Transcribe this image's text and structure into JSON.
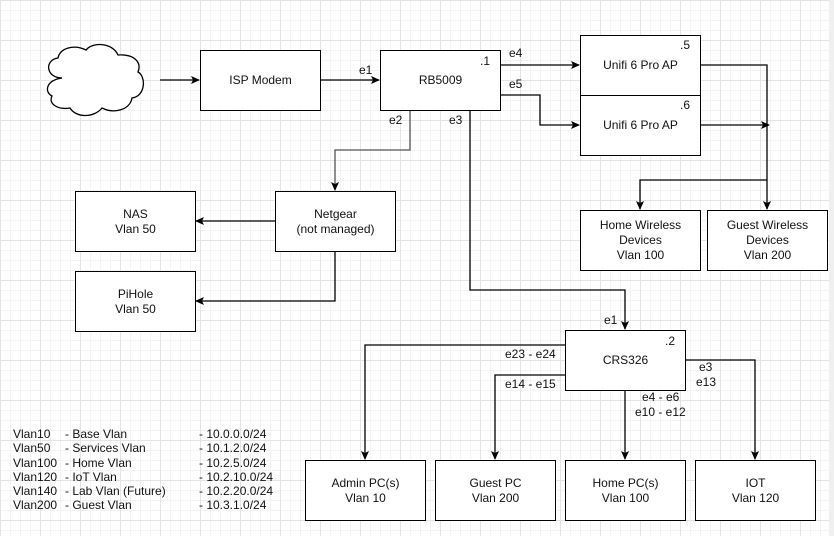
{
  "nodes": {
    "isp_modem": {
      "lines": [
        "ISP Modem"
      ]
    },
    "rb5009": {
      "lines": [
        "RB5009"
      ],
      "ip": ".1"
    },
    "ap1": {
      "lines": [
        "Unifi 6 Pro AP"
      ],
      "ip": ".5"
    },
    "ap2": {
      "lines": [
        "Unifi 6 Pro AP"
      ],
      "ip": ".6"
    },
    "netgear": {
      "lines": [
        "Netgear",
        "(not managed)"
      ]
    },
    "nas": {
      "lines": [
        "NAS",
        "Vlan 50"
      ]
    },
    "pihole": {
      "lines": [
        "PiHole",
        "Vlan 50"
      ]
    },
    "home_wireless": {
      "lines": [
        "Home Wireless",
        "Devices",
        "Vlan 100"
      ]
    },
    "guest_wireless": {
      "lines": [
        "Guest Wireless",
        "Devices",
        "Vlan 200"
      ]
    },
    "crs326": {
      "lines": [
        "CRS326"
      ],
      "ip": ".2"
    },
    "admin_pc": {
      "lines": [
        "Admin PC(s)",
        "Vlan 10"
      ]
    },
    "guest_pc": {
      "lines": [
        "Guest PC",
        "Vlan 200"
      ]
    },
    "home_pc": {
      "lines": [
        "Home PC(s)",
        "Vlan 100"
      ]
    },
    "iot": {
      "lines": [
        "IOT",
        "Vlan 120"
      ]
    }
  },
  "ports": {
    "modem_rb_e1": "e1",
    "rb_e4": "e4",
    "rb_e5": "e5",
    "rb_e2": "e2",
    "rb_e3": "e3",
    "crs_e1": "e1",
    "crs_e23_e24": "e23 - e24",
    "crs_e14_e15": "e14 - e15",
    "crs_e4_e6": "e4 - e6",
    "crs_e10_e12": "e10 - e12",
    "crs_e3": "e3",
    "crs_e13": "e13"
  },
  "legend": [
    {
      "vlan": "Vlan10",
      "name": "- Base Vlan",
      "subnet": "- 10.0.0.0/24"
    },
    {
      "vlan": "Vlan50",
      "name": "- Services Vlan",
      "subnet": "- 10.1.2.0/24"
    },
    {
      "vlan": "Vlan100",
      "name": "- Home Vlan",
      "subnet": "- 10.2.5.0/24"
    },
    {
      "vlan": "Vlan120",
      "name": "- IoT Vlan",
      "subnet": "- 10.2.10.0/24"
    },
    {
      "vlan": "Vlan140",
      "name": "- Lab Vlan (Future)",
      "subnet": "- 10.2.20.0/24"
    },
    {
      "vlan": "Vlan200",
      "name": "- Guest Vlan",
      "subnet": "- 10.3.1.0/24"
    }
  ]
}
